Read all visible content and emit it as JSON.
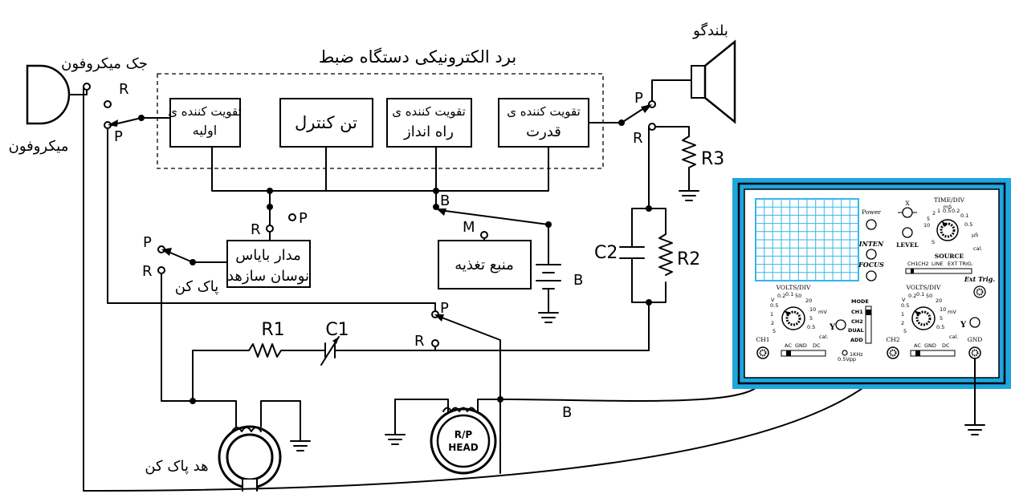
{
  "labels": {
    "board_title": "برد الکترونیکی دستگاه ضبط",
    "speaker": "بلندگو",
    "mic_jack": "جک میکروفون",
    "microphone": "میکروفون",
    "erase": "پاک کن",
    "erase_head": "هد پاک کن",
    "rp_head_line1": "R/P",
    "rp_head_line2": "HEAD",
    "pre_amp_line1": "تقویت کننده ی",
    "pre_amp_line2": "اولیه",
    "tone_control": "تن کنترل",
    "driver_amp_line1": "تقویت کننده ی",
    "driver_amp_line2": "راه انداز",
    "power_amp_line1": "تقویت کننده ی",
    "power_amp_line2": "قدرت",
    "bias_osc_line1": "مدار بایاس",
    "bias_osc_line2": "نوسان سازهد",
    "power_supply": "منبع تغذیه",
    "R1": "R1",
    "R2": "R2",
    "R3": "R3",
    "C1": "C1",
    "C2": "C2",
    "R": "R",
    "P": "P",
    "M": "M",
    "B": "B"
  },
  "oscilloscope": {
    "power": "Power",
    "inten": "INTEN",
    "focus": "FOCUS",
    "level": "LEVEL",
    "x": "X",
    "time_div": "TIME/DIV",
    "source": "SOURCE",
    "source_options": [
      "CH1",
      "CH2",
      "LINE",
      "EXT TRIG."
    ],
    "ext_trig": "Ext Trig.",
    "volts_div": "VOLTS/DIV",
    "mode": "MODE",
    "mode_options": [
      "CH1",
      "CH2",
      "DUAL",
      "ADD"
    ],
    "ch1": "CH1",
    "ch2": "CH2",
    "gnd": "GND",
    "coupling": [
      "AC",
      "GND",
      "DC"
    ],
    "cal": "cal.",
    "mv": "mV",
    "v": "V",
    "y": "Y",
    "cal_freq": "1KHz",
    "cal_amp": "0.5Vpp",
    "volts_scale": [
      "0.2",
      "0.1",
      "50",
      "20",
      "10",
      "5",
      "0.5",
      "1",
      "2",
      "5"
    ],
    "time_scale_ms": [
      "10",
      "5",
      "2",
      "1",
      "0.5",
      "0.2",
      "0.1"
    ],
    "time_units": [
      "mS",
      "µS",
      "S"
    ]
  },
  "colors": {
    "scope_frame": "#1ea6df",
    "scope_screen_grid": "#35b6ea",
    "ink": "#000000"
  }
}
